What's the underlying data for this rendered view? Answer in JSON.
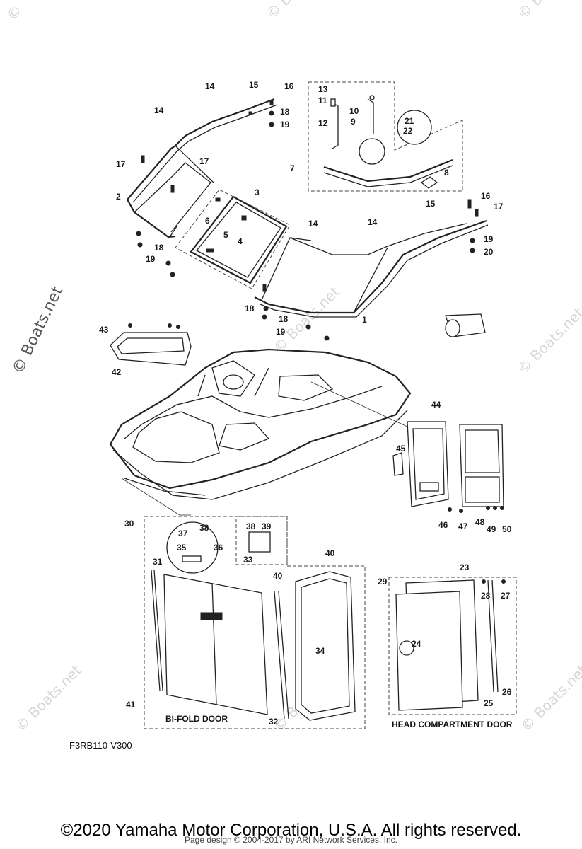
{
  "diagram_code": "F3RB110-V300",
  "captions": {
    "bi_fold": "BI-FOLD DOOR",
    "head_compartment": "HEAD COMPARTMENT DOOR"
  },
  "watermark": "© Boats.net",
  "copyright": "©2020 Yamaha Motor Corporation, U.S.A. All rights reserved.",
  "page_design": "Page design © 2004-2017 by ARI Network Services, Inc.",
  "callouts": [
    "1",
    "2",
    "3",
    "4",
    "5",
    "6",
    "7",
    "8",
    "9",
    "10",
    "11",
    "12",
    "13",
    "14",
    "14",
    "14",
    "14",
    "15",
    "15",
    "16",
    "16",
    "17",
    "17",
    "17",
    "18",
    "18",
    "18",
    "18",
    "19",
    "19",
    "19",
    "19",
    "20",
    "21",
    "22",
    "23",
    "24",
    "25",
    "26",
    "27",
    "28",
    "29",
    "30",
    "31",
    "32",
    "33",
    "34",
    "35",
    "36",
    "37",
    "38",
    "38",
    "39",
    "40",
    "40",
    "41",
    "42",
    "43",
    "44",
    "45",
    "46",
    "47",
    "48",
    "49",
    "50"
  ]
}
